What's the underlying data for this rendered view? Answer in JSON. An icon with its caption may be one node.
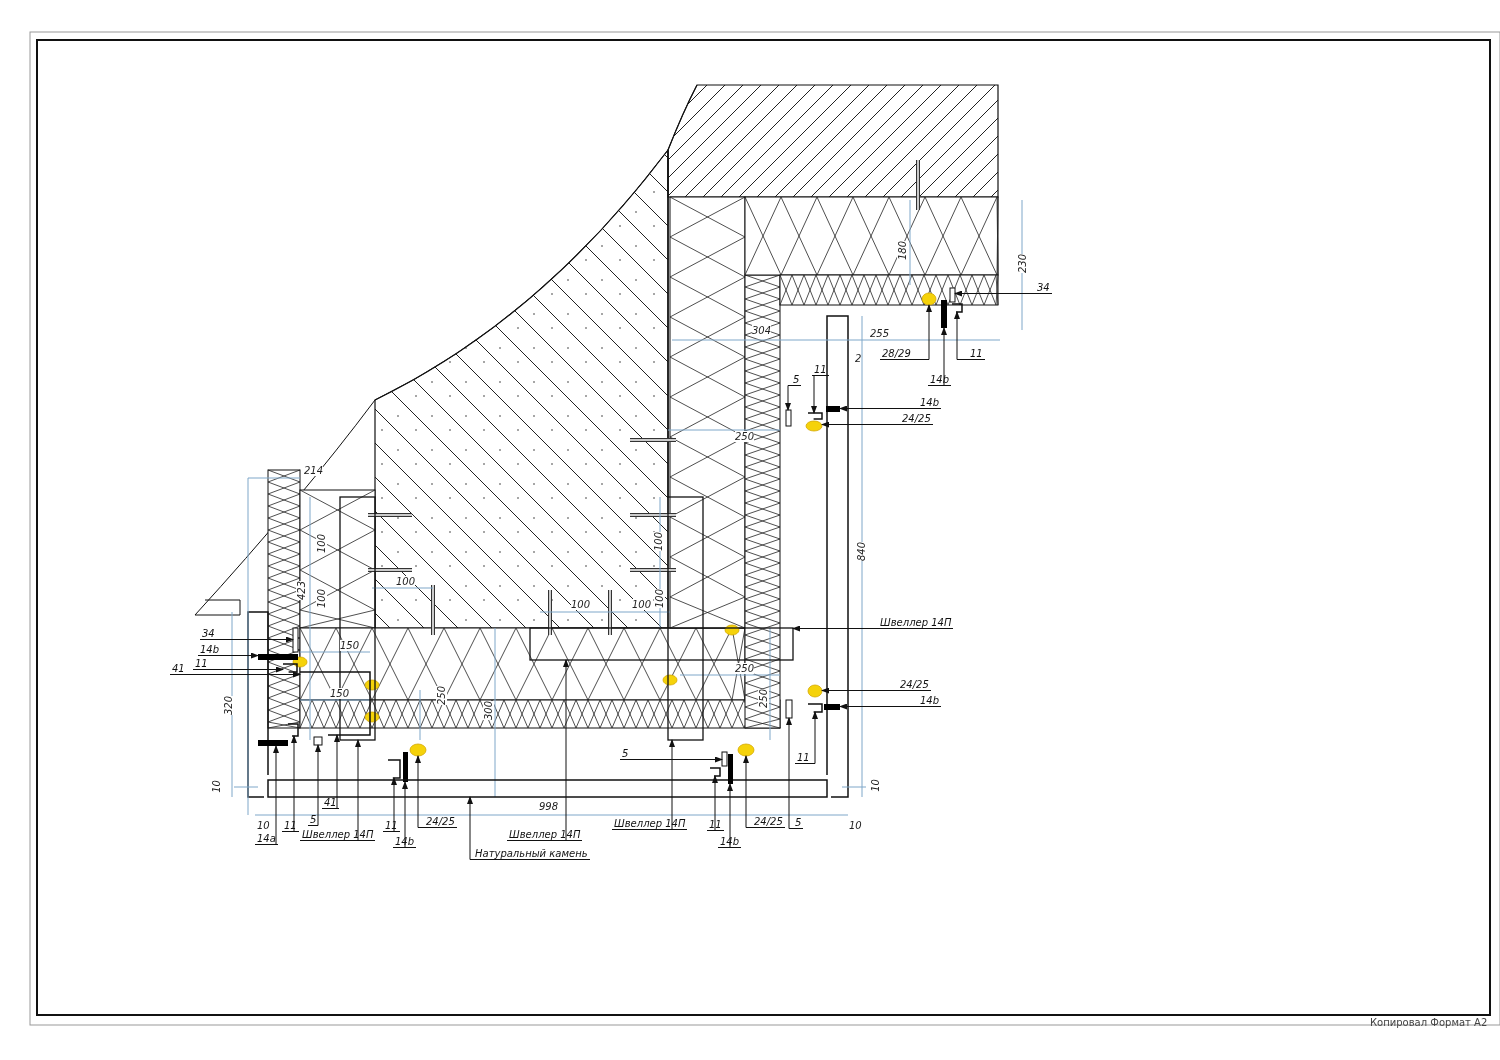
{
  "diagram": {
    "nodes": [
      {
        "text": [
          "34"
        ]
      },
      {
        "text": [
          "14b"
        ]
      },
      {
        "text": [
          "11"
        ]
      },
      {
        "text": [
          "41"
        ]
      },
      {
        "text": [
          "14a"
        ]
      },
      {
        "text": [
          "11"
        ]
      },
      {
        "text": [
          "5"
        ]
      },
      {
        "text": [
          "41"
        ]
      },
      {
        "text": [
          "Швеллер 14П"
        ]
      },
      {
        "text": [
          "11"
        ]
      },
      {
        "text": [
          "14b"
        ]
      },
      {
        "text": [
          "24/25"
        ]
      },
      {
        "text": [
          "Натуральный камень"
        ]
      },
      {
        "text": [
          "Швеллер 14П"
        ]
      },
      {
        "text": [
          "Швеллер 14П"
        ]
      },
      {
        "text": [
          "5"
        ]
      },
      {
        "text": [
          "11"
        ]
      },
      {
        "text": [
          "14b"
        ]
      },
      {
        "text": [
          "24/25"
        ]
      },
      {
        "text": [
          "5"
        ]
      },
      {
        "text": [
          "11"
        ]
      },
      {
        "text": [
          "24/25"
        ]
      },
      {
        "text": [
          "14b"
        ]
      },
      {
        "text": [
          "Швеллер 14П"
        ]
      },
      {
        "text": [
          "5"
        ]
      },
      {
        "text": [
          "11"
        ]
      },
      {
        "text": [
          "14b"
        ]
      },
      {
        "text": [
          "24/25"
        ]
      },
      {
        "text": [
          "34"
        ]
      },
      {
        "text": [
          "28/29"
        ]
      },
      {
        "text": [
          "14b"
        ]
      },
      {
        "text": [
          "11"
        ]
      },
      {
        "text": [],
        "shape": "plate"
      },
      {
        "text": [],
        "shape": "bolt"
      },
      {
        "text": [],
        "shape": "bracket"
      },
      {
        "text": [],
        "shape": "bracket"
      },
      {
        "text": [],
        "shape": "bolt"
      },
      {
        "text": [],
        "shape": "bracket"
      },
      {
        "text": [],
        "shape": "plate"
      },
      {
        "text": [],
        "shape": "channel"
      },
      {
        "text": [],
        "shape": "bracket"
      },
      {
        "text": [],
        "shape": "bolt"
      },
      {
        "text": [],
        "shape": "screw"
      },
      {
        "text": [],
        "shape": "slab"
      },
      {
        "text": [],
        "shape": "channel"
      },
      {
        "text": [],
        "shape": "channel"
      },
      {
        "text": [],
        "shape": "plate"
      },
      {
        "text": [],
        "shape": "bracket"
      },
      {
        "text": [],
        "shape": "bolt"
      },
      {
        "text": [],
        "shape": "screw"
      },
      {
        "text": [],
        "shape": "plate"
      },
      {
        "text": [],
        "shape": "bracket"
      },
      {
        "text": [],
        "shape": "screw"
      },
      {
        "text": [],
        "shape": "bolt"
      },
      {
        "text": [],
        "shape": "plate"
      },
      {
        "text": [],
        "shape": "bracket"
      },
      {
        "text": [],
        "shape": "bolt"
      },
      {
        "text": [],
        "shape": "screw"
      },
      {
        "text": [],
        "shape": "plate"
      },
      {
        "text": [],
        "shape": "screw"
      },
      {
        "text": [],
        "shape": "bolt"
      },
      {
        "text": [],
        "shape": "bracket"
      }
    ],
    "edges": [
      {
        "from": 0,
        "to": 32,
        "arrow": "to"
      },
      {
        "from": 1,
        "to": 33,
        "arrow": "to"
      },
      {
        "from": 2,
        "to": 34,
        "arrow": "to"
      },
      {
        "from": 3,
        "to": 35,
        "arrow": "to"
      },
      {
        "from": 4,
        "to": 36,
        "arrow": "to"
      },
      {
        "from": 5,
        "to": 37,
        "arrow": "to"
      },
      {
        "from": 6,
        "to": 38,
        "arrow": "to"
      },
      {
        "from": 7,
        "to": 35,
        "arrow": "to"
      },
      {
        "from": 8,
        "to": 39,
        "arrow": "to"
      },
      {
        "from": 9,
        "to": 40,
        "arrow": "to"
      },
      {
        "from": 10,
        "to": 41,
        "arrow": "to"
      },
      {
        "from": 11,
        "to": 42,
        "arrow": "to"
      },
      {
        "from": 12,
        "to": 43,
        "arrow": "to"
      },
      {
        "from": 13,
        "to": 44,
        "arrow": "to"
      },
      {
        "from": 14,
        "to": 45,
        "arrow": "to"
      },
      {
        "from": 15,
        "to": 46,
        "arrow": "to"
      },
      {
        "from": 16,
        "to": 47,
        "arrow": "to"
      },
      {
        "from": 17,
        "to": 48,
        "arrow": "to"
      },
      {
        "from": 18,
        "to": 49,
        "arrow": "to"
      },
      {
        "from": 19,
        "to": 50,
        "arrow": "to"
      },
      {
        "from": 20,
        "to": 51,
        "arrow": "to"
      },
      {
        "from": 21,
        "to": 52,
        "arrow": "to"
      },
      {
        "from": 22,
        "to": 53,
        "arrow": "to"
      },
      {
        "from": 23,
        "to": 44,
        "arrow": "to"
      },
      {
        "from": 24,
        "to": 54,
        "arrow": "to"
      },
      {
        "from": 25,
        "to": 55,
        "arrow": "to"
      },
      {
        "from": 26,
        "to": 56,
        "arrow": "to"
      },
      {
        "from": 27,
        "to": 57,
        "arrow": "to"
      },
      {
        "from": 28,
        "to": 58,
        "arrow": "to"
      },
      {
        "from": 29,
        "to": 59,
        "arrow": "to"
      },
      {
        "from": 30,
        "to": 60,
        "arrow": "to"
      },
      {
        "from": 31,
        "to": 61,
        "arrow": "to"
      }
    ],
    "labels": [
      "180",
      "230",
      "304",
      "255",
      "2",
      "250",
      "214",
      "100",
      "100",
      "840",
      "100",
      "100",
      "100",
      "100",
      "100",
      "423",
      "150",
      "250",
      "250",
      "250",
      "300",
      "150",
      "320",
      "10",
      "10",
      "998",
      "10",
      "10",
      "Копировал Формат A2"
    ]
  }
}
